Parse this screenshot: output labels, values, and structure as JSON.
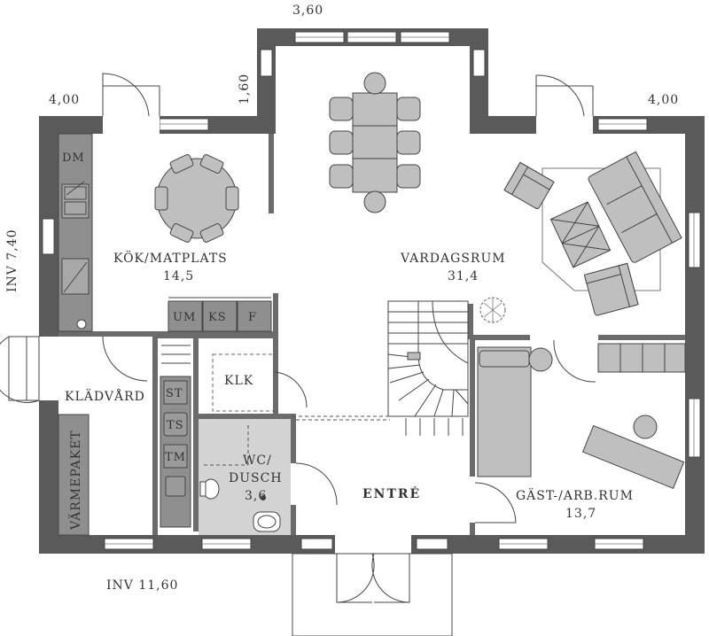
{
  "rooms": {
    "kok": {
      "name": "KÖK/MATPLATS",
      "area": "14,5"
    },
    "vardagsrum": {
      "name": "VARDAGSRUM",
      "area": "31,4"
    },
    "kladvard": {
      "name": "KLÄDVÅRD"
    },
    "klk": {
      "name": "KLK"
    },
    "wc_line1": {
      "name": "WC/"
    },
    "wc_line2": {
      "name": "DUSCH",
      "area": "3,6"
    },
    "entre": {
      "name": "ENTRÉ"
    },
    "gast": {
      "name": "GÄST-/ARB.RUM",
      "area": "13,7"
    },
    "varmepaket": {
      "name": "VÄRMEPAKET"
    }
  },
  "dimensions": {
    "top_bay": "3,60",
    "top_left": "4,00",
    "top_right": "4,00",
    "bay_depth": "1,60",
    "left_side": "INV 7,40",
    "bottom": "INV 11,60"
  },
  "appliances": {
    "dm": "DM",
    "um": "UM",
    "ks": "KS",
    "f": "F",
    "st": "ST",
    "ts": "TS",
    "tm": "TM"
  }
}
